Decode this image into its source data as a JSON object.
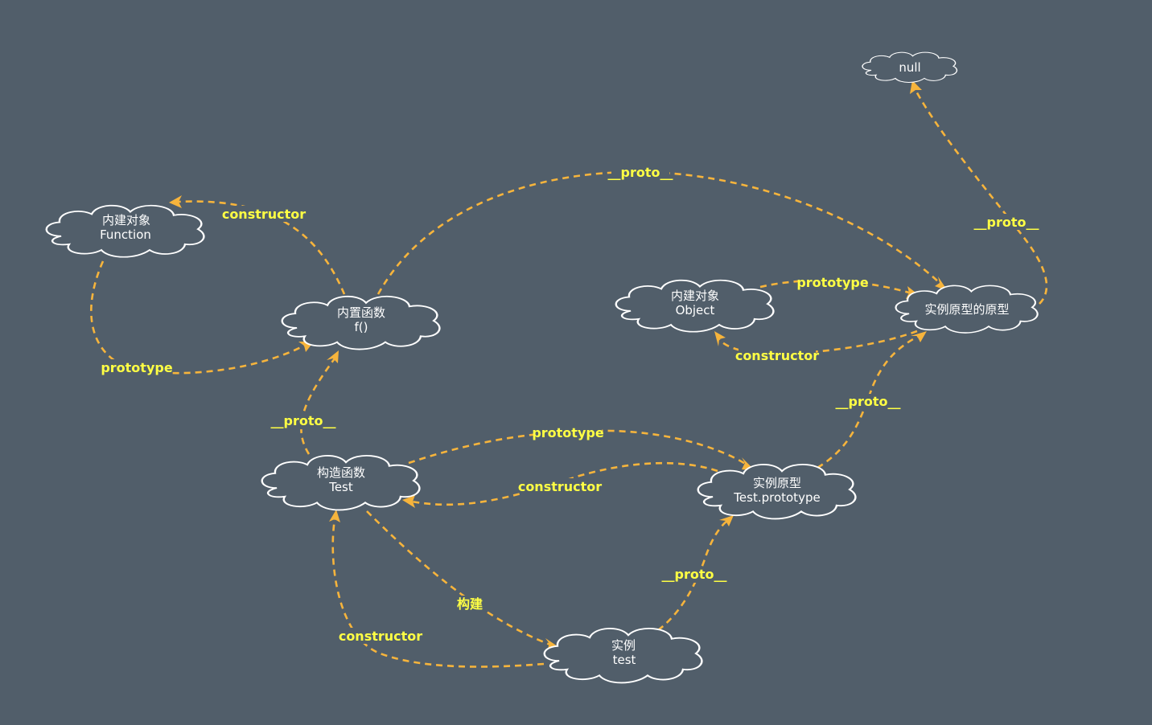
{
  "colors": {
    "background": "#515e6a",
    "edge": "#f6b43c",
    "edge_label": "#ffff44",
    "node_stroke": "#ffffff",
    "node_text": "#ffffff"
  },
  "nodes": {
    "null": {
      "line1": "null",
      "line2": ""
    },
    "function": {
      "line1": "内建对象",
      "line2": "Function"
    },
    "f": {
      "line1": "内置函数",
      "line2": "f()"
    },
    "object": {
      "line1": "内建对象",
      "line2": "Object"
    },
    "proto_proto": {
      "line1": "实例原型的原型",
      "line2": ""
    },
    "test_ctor": {
      "line1": "构造函数",
      "line2": "Test"
    },
    "test_proto": {
      "line1": "实例原型",
      "line2": "Test.prototype"
    },
    "instance": {
      "line1": "实例",
      "line2": "test"
    }
  },
  "edges": {
    "f_to_function": {
      "label": "constructor"
    },
    "function_to_f": {
      "label": "prototype"
    },
    "f_to_protoproto": {
      "label": "__proto__"
    },
    "protoproto_to_null": {
      "label": "__proto__"
    },
    "object_to_protoproto": {
      "label": "prototype"
    },
    "protoproto_to_object": {
      "label": "constructor"
    },
    "test_to_f": {
      "label": "__proto__"
    },
    "test_to_testproto": {
      "label": "prototype"
    },
    "testproto_to_test": {
      "label": "constructor"
    },
    "testproto_to_protoproto": {
      "label": "__proto__"
    },
    "test_to_instance": {
      "label": "构建"
    },
    "instance_to_test": {
      "label": "constructor"
    },
    "instance_to_testproto": {
      "label": "__proto__"
    }
  }
}
